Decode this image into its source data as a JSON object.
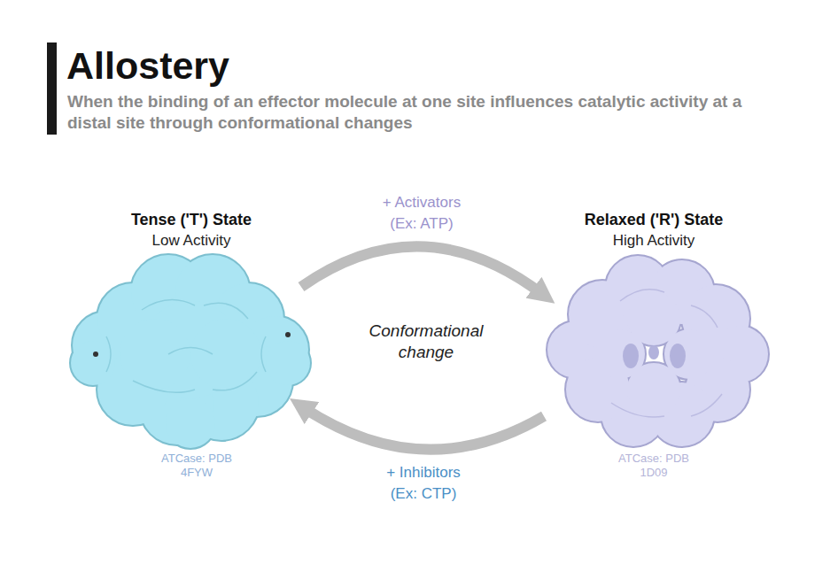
{
  "diagram": {
    "title": "Allostery",
    "nodes": [
      {
        "text": [
          "Tense ('T') State",
          "Low Activity"
        ]
      },
      {
        "text": [
          "Relaxed ('R') State",
          "High Activity"
        ]
      }
    ],
    "edges": [
      {
        "from": 0,
        "to": 1,
        "arrow": "to",
        "label": "+ Activators (Ex: ATP)"
      },
      {
        "from": 1,
        "to": 0,
        "arrow": "to",
        "label": "+ Inhibitors (Ex: CTP)"
      }
    ],
    "labels": [
      "When the binding of an effector molecule at one site influences catalytic activity at a distal site through conformational changes",
      "Conformational change",
      "ATCase: PDB 4FYW",
      "ATCase: PDB 1D09"
    ]
  }
}
